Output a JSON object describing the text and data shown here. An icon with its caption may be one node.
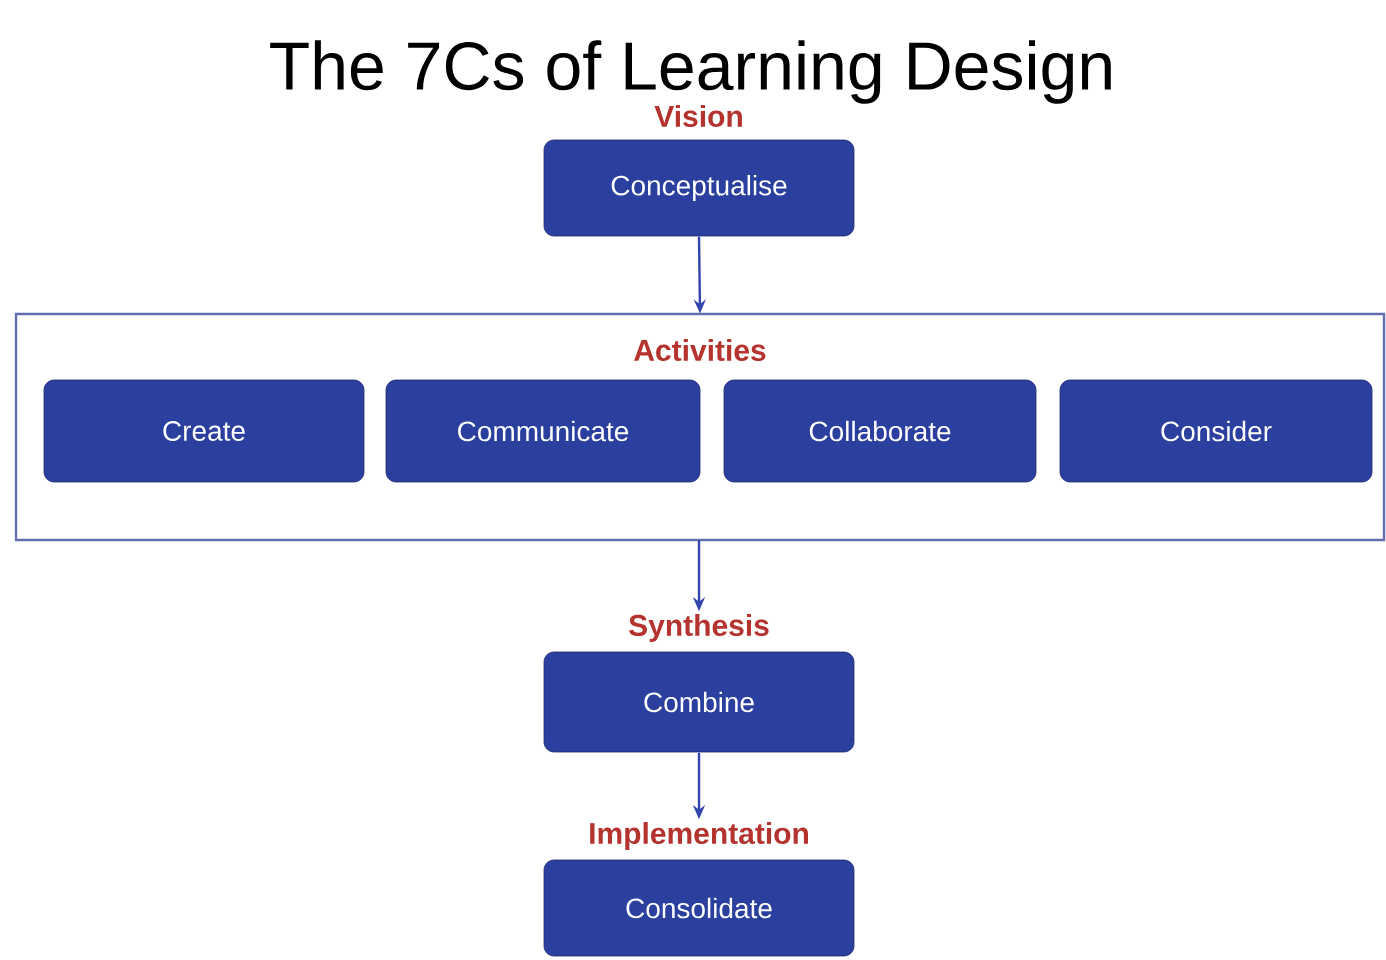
{
  "diagram": {
    "title": "The 7Cs of Learning Design",
    "nodes": [
      {
        "text": [
          "Vision",
          "Conceptualise"
        ]
      },
      {
        "text": [
          "Activities"
        ]
      },
      {
        "text": [
          "Create"
        ],
        "in": 1
      },
      {
        "text": [
          "Communicate"
        ],
        "in": 1
      },
      {
        "text": [
          "Collaborate"
        ],
        "in": 1
      },
      {
        "text": [
          "Consider"
        ],
        "in": 1
      },
      {
        "text": [
          "Synthesis",
          "Combine"
        ]
      },
      {
        "text": [
          "Implementation",
          "Consolidate"
        ]
      }
    ],
    "edges": [
      {
        "from": 0,
        "to": 1,
        "arrow": "to"
      },
      {
        "from": 1,
        "to": 6,
        "arrow": "to"
      },
      {
        "from": 6,
        "to": 7,
        "arrow": "to"
      }
    ]
  }
}
